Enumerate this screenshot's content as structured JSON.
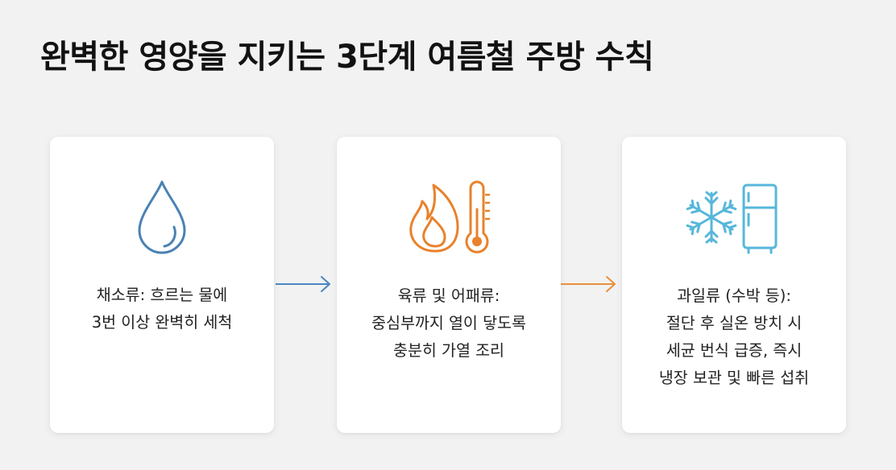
{
  "title": "완벽한 영양을 지키는 3단계 여름철 주방 수칙",
  "steps": [
    {
      "icon": "water-drop-icon",
      "lines": [
        "채소류: 흐르는 물에",
        "3번 이상 완벽히 세척"
      ]
    },
    {
      "icon": "flame-thermometer-icon",
      "lines": [
        "육류 및 어패류:",
        "중심부까지 열이 닿도록",
        "충분히 가열 조리"
      ]
    },
    {
      "icon": "snowflake-refrigerator-icon",
      "lines": [
        "과일류 (수박 등):",
        "절단 후 실온 방치 시",
        "세균 번식 급증, 즉시",
        "냉장 보관 및 빠른 섭취"
      ]
    }
  ],
  "colors": {
    "water": "#4a82b4",
    "heat": "#e8822c",
    "cold": "#57b7da",
    "arrow1": "#4a86c0",
    "arrow2": "#e8903c"
  }
}
